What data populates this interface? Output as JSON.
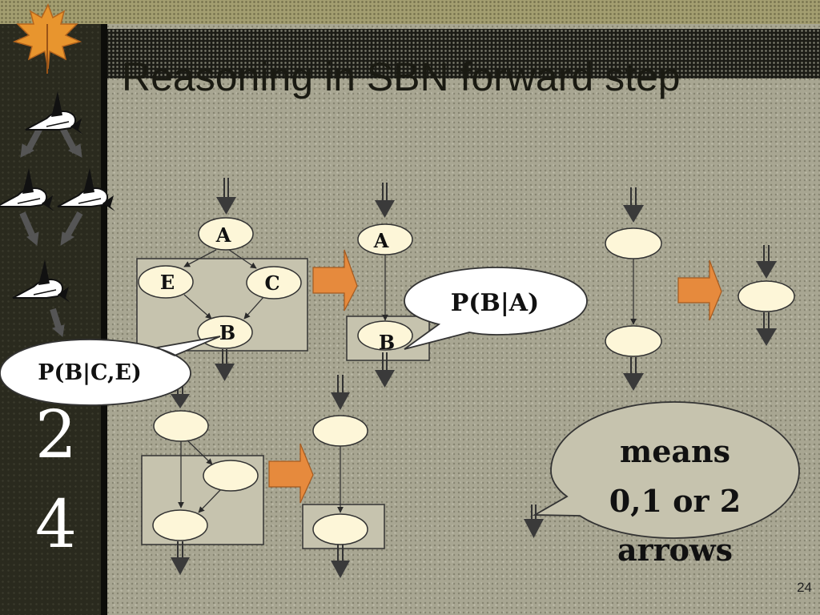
{
  "slide": {
    "title": "Reasoning in SBN forward step",
    "slide_digits": [
      "2",
      "4"
    ],
    "page_number": "24"
  },
  "diagram": {
    "nodes": {
      "a1": "A",
      "e1": "E",
      "c1": "C",
      "b1": "B",
      "a2": "A",
      "b2": "B"
    },
    "callouts": {
      "p_b_a": "P(B|A)",
      "p_b_ce": "P(B|C,E)",
      "means": [
        "means",
        "0,1 or 2",
        "arrows"
      ]
    }
  },
  "colors": {
    "node_fill": "#fdf6d8",
    "box_fill": "#c6c3ae",
    "arrow_orange": "#e68a3d",
    "dark_arrow": "#3a3a3a",
    "sidebar": "#2a2a1e",
    "background": "#a8a692"
  },
  "icons": [
    "maple-leaf-icon",
    "swordfish-icon"
  ]
}
